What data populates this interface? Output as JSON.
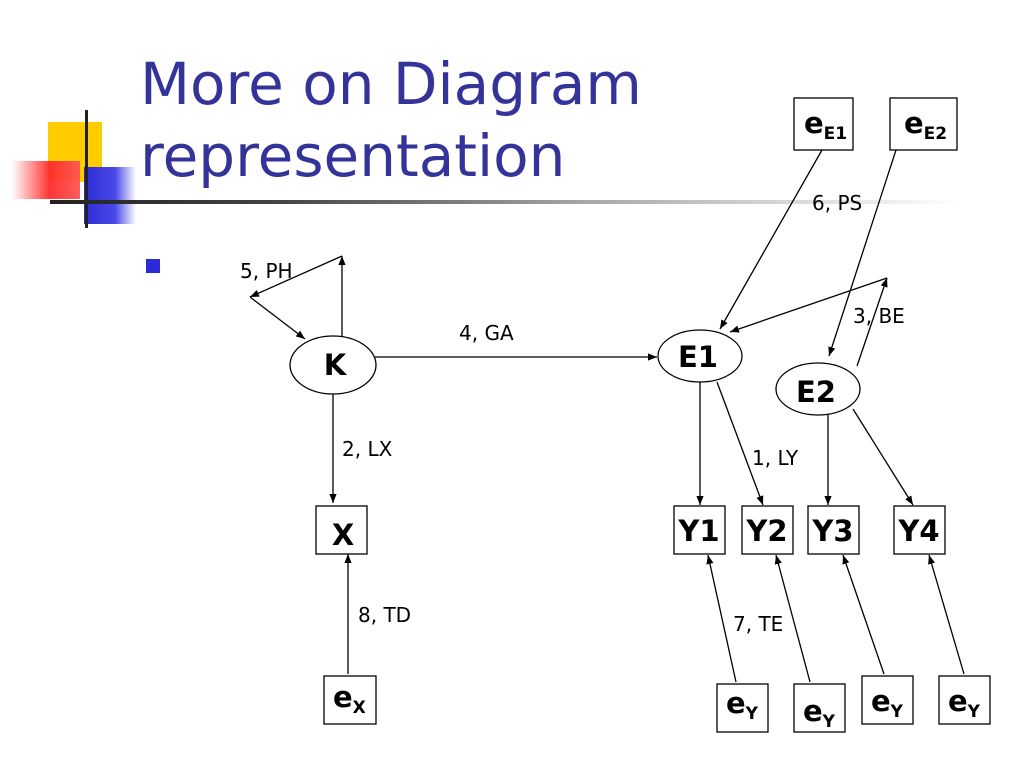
{
  "slide": {
    "title_line1": "More on Diagram",
    "title_line2": "representation",
    "title_color": "#333399",
    "bullet_color": "#2a2ad6"
  },
  "diagram": {
    "latent_nodes": {
      "k": "K",
      "e1": "E1",
      "e2": "E2"
    },
    "observed_nodes": {
      "x": "X",
      "y1": "Y1",
      "y2": "Y2",
      "y3": "Y3",
      "y4": "Y4"
    },
    "error_terms": {
      "ee1": {
        "base": "e",
        "sub": "E1"
      },
      "ee2": {
        "base": "e",
        "sub": "E2"
      },
      "ex": {
        "base": "e",
        "sub": "X"
      },
      "ey1": {
        "base": "e",
        "sub": "Y"
      },
      "ey2": {
        "base": "e",
        "sub": "Y"
      },
      "ey3": {
        "base": "e",
        "sub": "Y"
      },
      "ey4": {
        "base": "e",
        "sub": "Y"
      }
    },
    "path_labels": {
      "lx": "2, LX",
      "ga": "4, GA",
      "ph": "5, PH",
      "ps": "6, PS",
      "be": "3, BE",
      "ly": "1, LY",
      "td": "8, TD",
      "te": "7, TE"
    }
  }
}
